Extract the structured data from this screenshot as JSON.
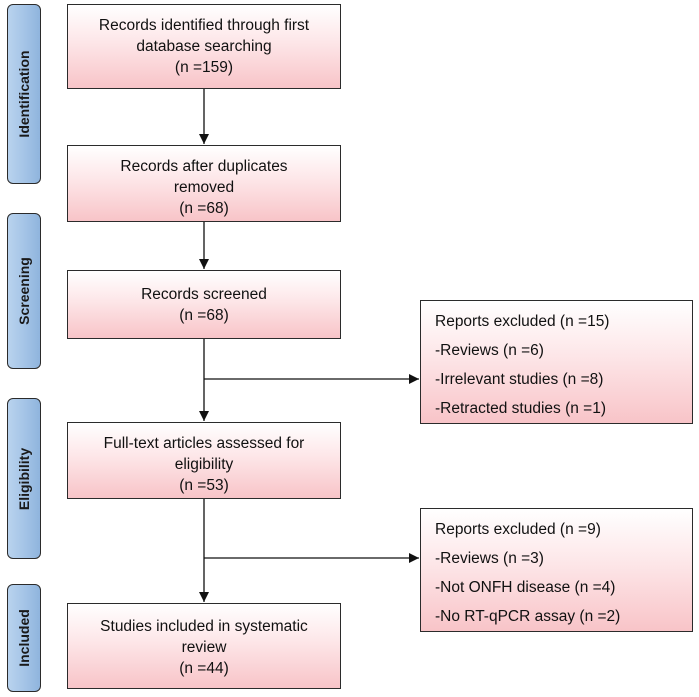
{
  "phases": [
    {
      "id": "identification",
      "label": "Identification"
    },
    {
      "id": "screening",
      "label": "Screening"
    },
    {
      "id": "eligibility",
      "label": "Eligibility"
    },
    {
      "id": "included",
      "label": "Included"
    }
  ],
  "boxes": {
    "identified": {
      "lines": [
        "Records identified through first",
        "database searching",
        "(n =159)"
      ]
    },
    "deduplicated": {
      "lines": [
        "Records after duplicates",
        "removed",
        "(n =68)"
      ]
    },
    "screened": {
      "lines": [
        "Records screened",
        "(n =68)"
      ]
    },
    "fulltext": {
      "lines": [
        "Full-text articles assessed for",
        "eligibility",
        "(n =53)"
      ]
    },
    "included": {
      "lines": [
        "Studies included in systematic",
        "review",
        "(n =44)"
      ]
    }
  },
  "exclusions": {
    "screening": {
      "lines": [
        "Reports excluded (n =15)",
        "-Reviews (n =6)",
        "-Irrelevant studies (n =8)",
        "-Retracted studies (n =1)"
      ]
    },
    "eligibility": {
      "lines": [
        "Reports excluded (n =9)",
        "-Reviews (n =3)",
        "-Not ONFH disease (n =4)",
        "-No RT-qPCR assay (n =2)"
      ]
    }
  },
  "colors": {
    "phase_fill": "#a3c3e6",
    "box_fill_top": "#ffffff",
    "box_fill_bottom": "#f8c4c8",
    "stroke": "#2b2b2b"
  }
}
